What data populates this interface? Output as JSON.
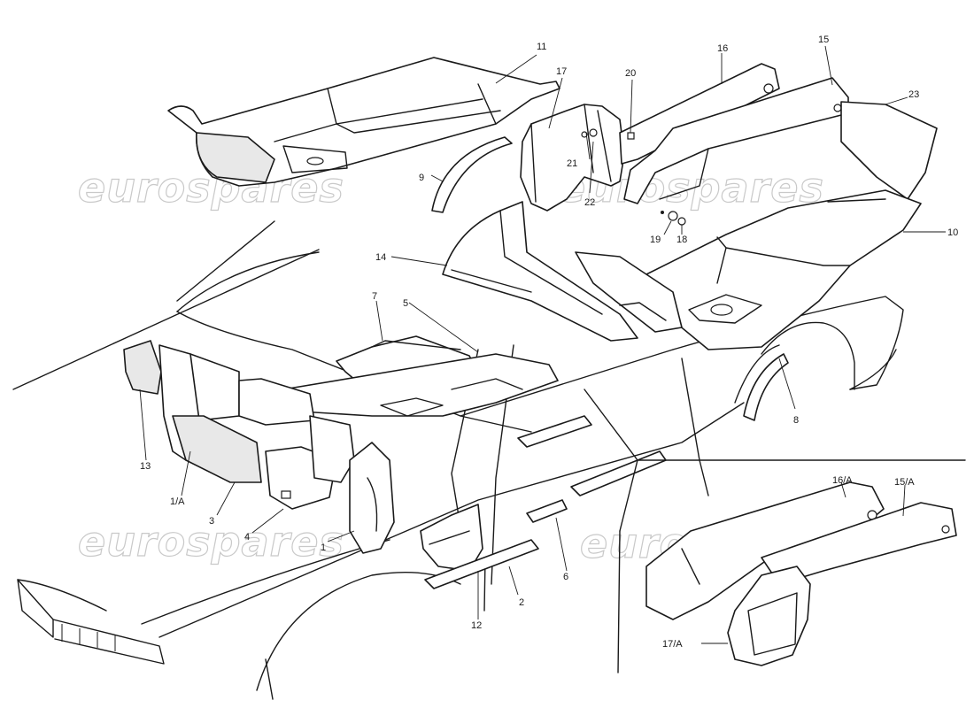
{
  "watermark": {
    "text": "eurospares",
    "color": "#c9c9c9"
  },
  "callouts": {
    "c1": "1",
    "c1a": "1/A",
    "c2": "2",
    "c3": "3",
    "c4": "4",
    "c5": "5",
    "c6": "6",
    "c7": "7",
    "c8": "8",
    "c9": "9",
    "c10": "10",
    "c11": "11",
    "c12": "12",
    "c13": "13",
    "c14": "14",
    "c15": "15",
    "c15a": "15/A",
    "c16": "16",
    "c16a": "16/A",
    "c17": "17",
    "c17a": "17/A",
    "c18": "18",
    "c19": "19",
    "c20": "20",
    "c21": "21",
    "c22": "22",
    "c23": "23"
  },
  "colors": {
    "ink": "#1a1a1a",
    "paper": "#ffffff"
  }
}
